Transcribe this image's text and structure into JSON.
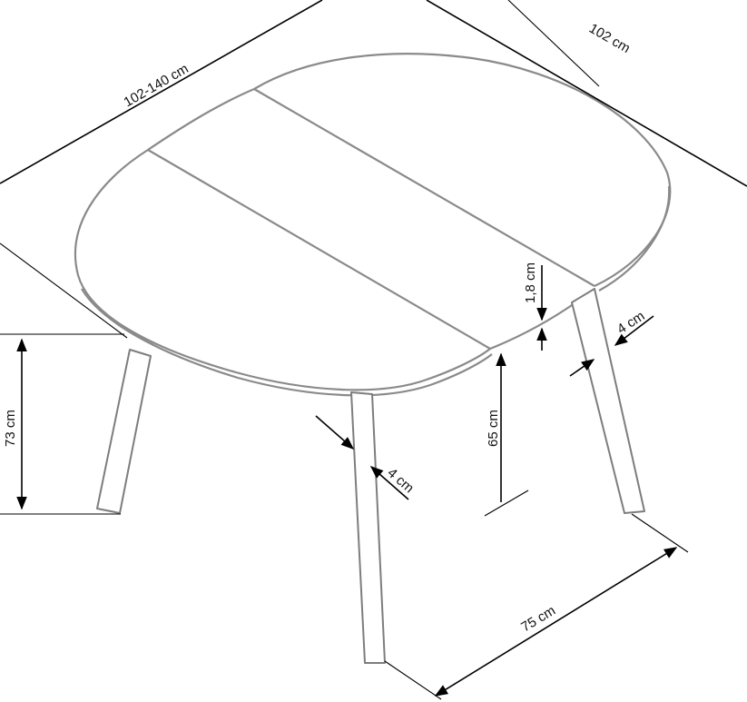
{
  "labels": {
    "overall_length": "102-140 cm",
    "overall_width": "102 cm",
    "height_total": "73 cm",
    "height_under": "65 cm",
    "top_thickness": "1,8 cm",
    "leg_front": "4 cm",
    "leg_right": "4 cm",
    "leg_spacing": "75 cm"
  }
}
